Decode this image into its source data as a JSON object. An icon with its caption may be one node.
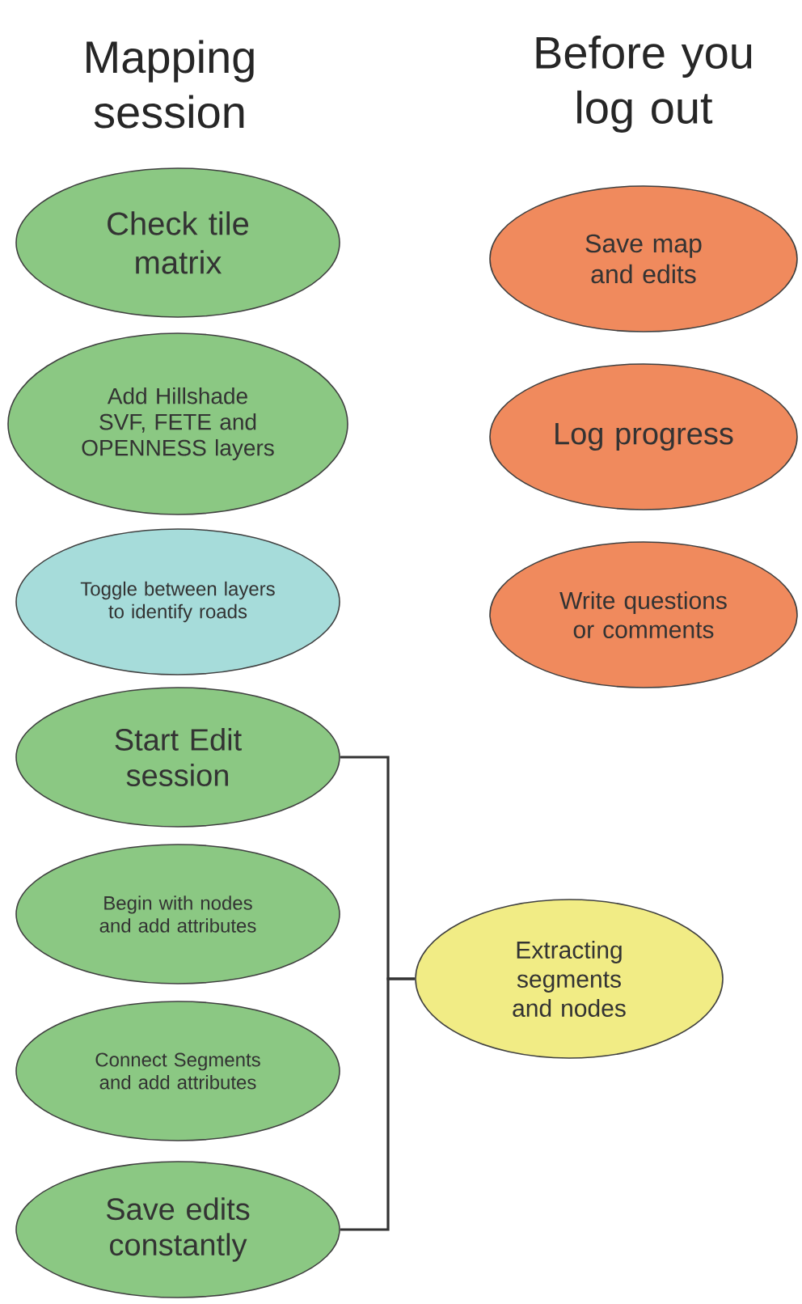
{
  "diagram": {
    "nodes": [
      {
        "text": [
          "Check tile matrix"
        ]
      },
      {
        "text": [
          "Add Hillshade SVF, FETE and OPENNESS layers"
        ]
      },
      {
        "text": [
          "Toggle between layers to identify roads"
        ]
      },
      {
        "text": [
          "Start Edit session"
        ]
      },
      {
        "text": [
          "Begin with nodes and add attributes"
        ]
      },
      {
        "text": [
          "Connect Segments and add attributes"
        ]
      },
      {
        "text": [
          "Save edits constantly"
        ]
      },
      {
        "text": [
          "Extracting segments and nodes"
        ]
      },
      {
        "text": [
          "Save map and edits"
        ]
      },
      {
        "text": [
          "Log progress"
        ]
      },
      {
        "text": [
          "Write questions or comments"
        ]
      }
    ],
    "edges": [
      {
        "from": 3,
        "to": 7,
        "arrow": "none"
      },
      {
        "from": 6,
        "to": 7,
        "arrow": "none"
      }
    ],
    "labels": [
      "Mapping session",
      "Before you log out"
    ]
  }
}
